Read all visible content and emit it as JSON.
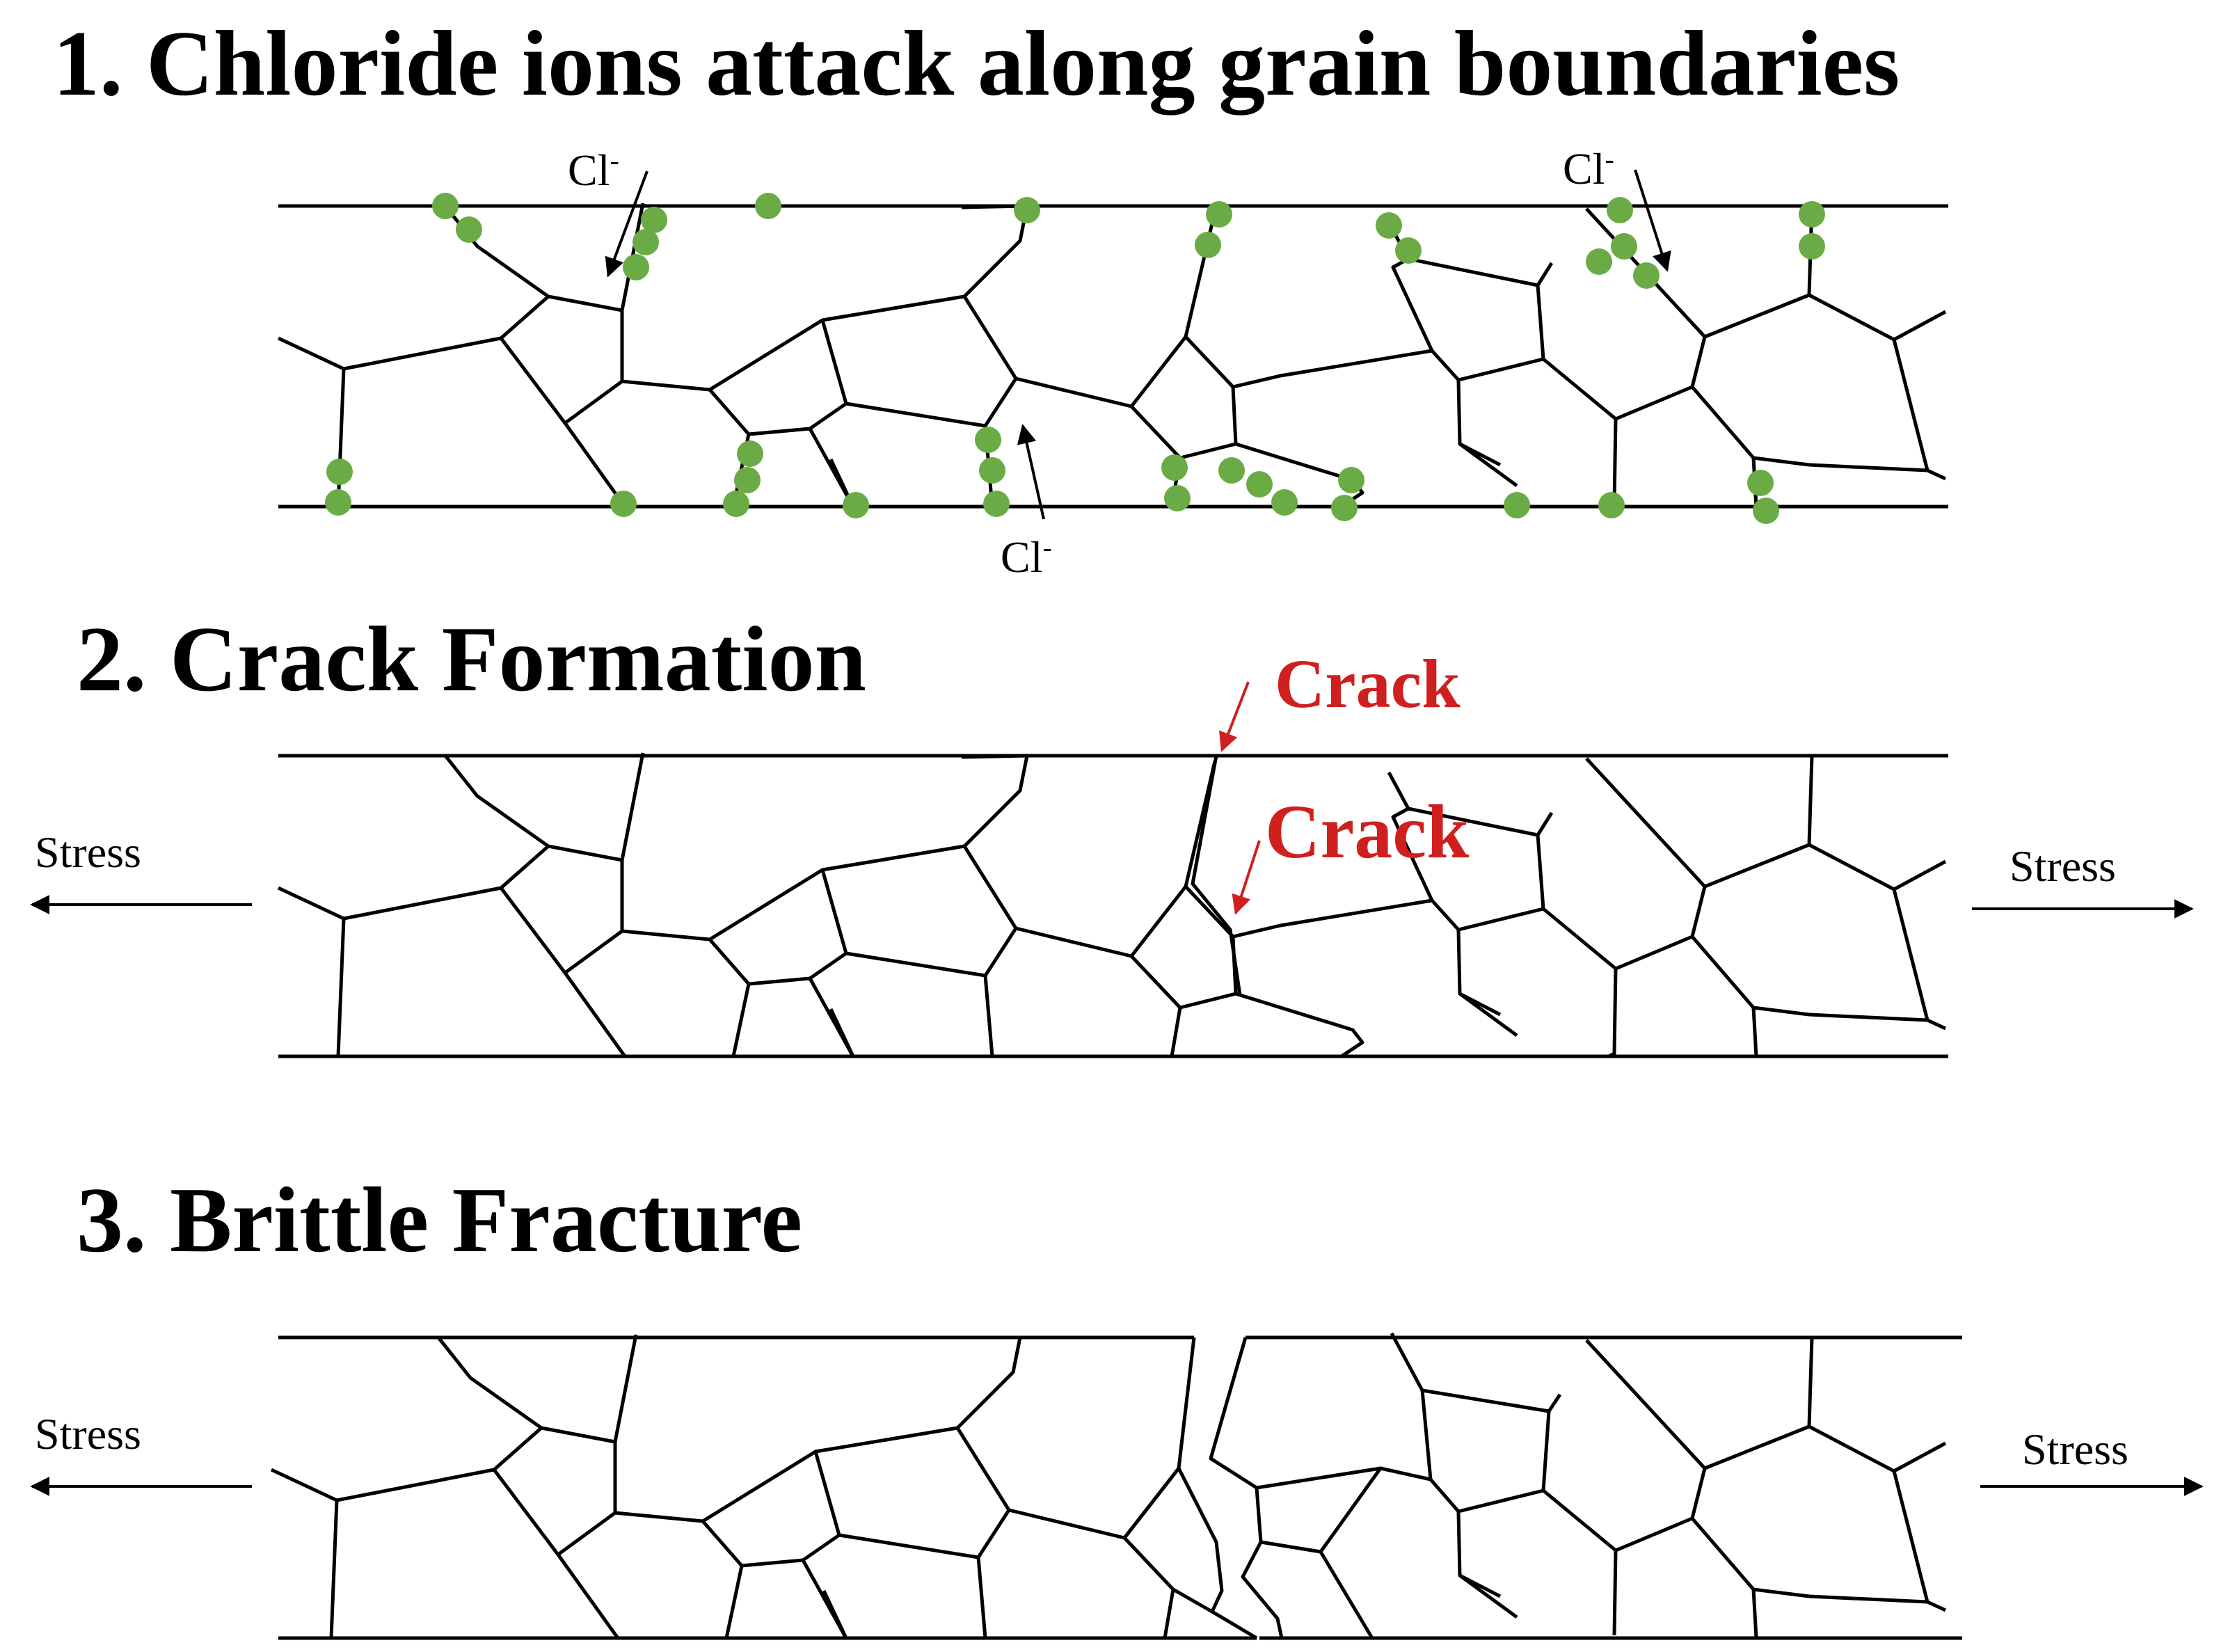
{
  "headings": {
    "step1": "1. Chloride ions attack along grain boundaries",
    "step2": "2. Crack Formation",
    "step3": "3. Brittle Fracture"
  },
  "labels": {
    "chloride": "Cl",
    "chloride_charge": "-",
    "crack": "Crack",
    "stress": "Stress"
  },
  "colors": {
    "chloride_dot": "#6aab45",
    "crack_label": "#d01f1f",
    "line": "#000000"
  }
}
